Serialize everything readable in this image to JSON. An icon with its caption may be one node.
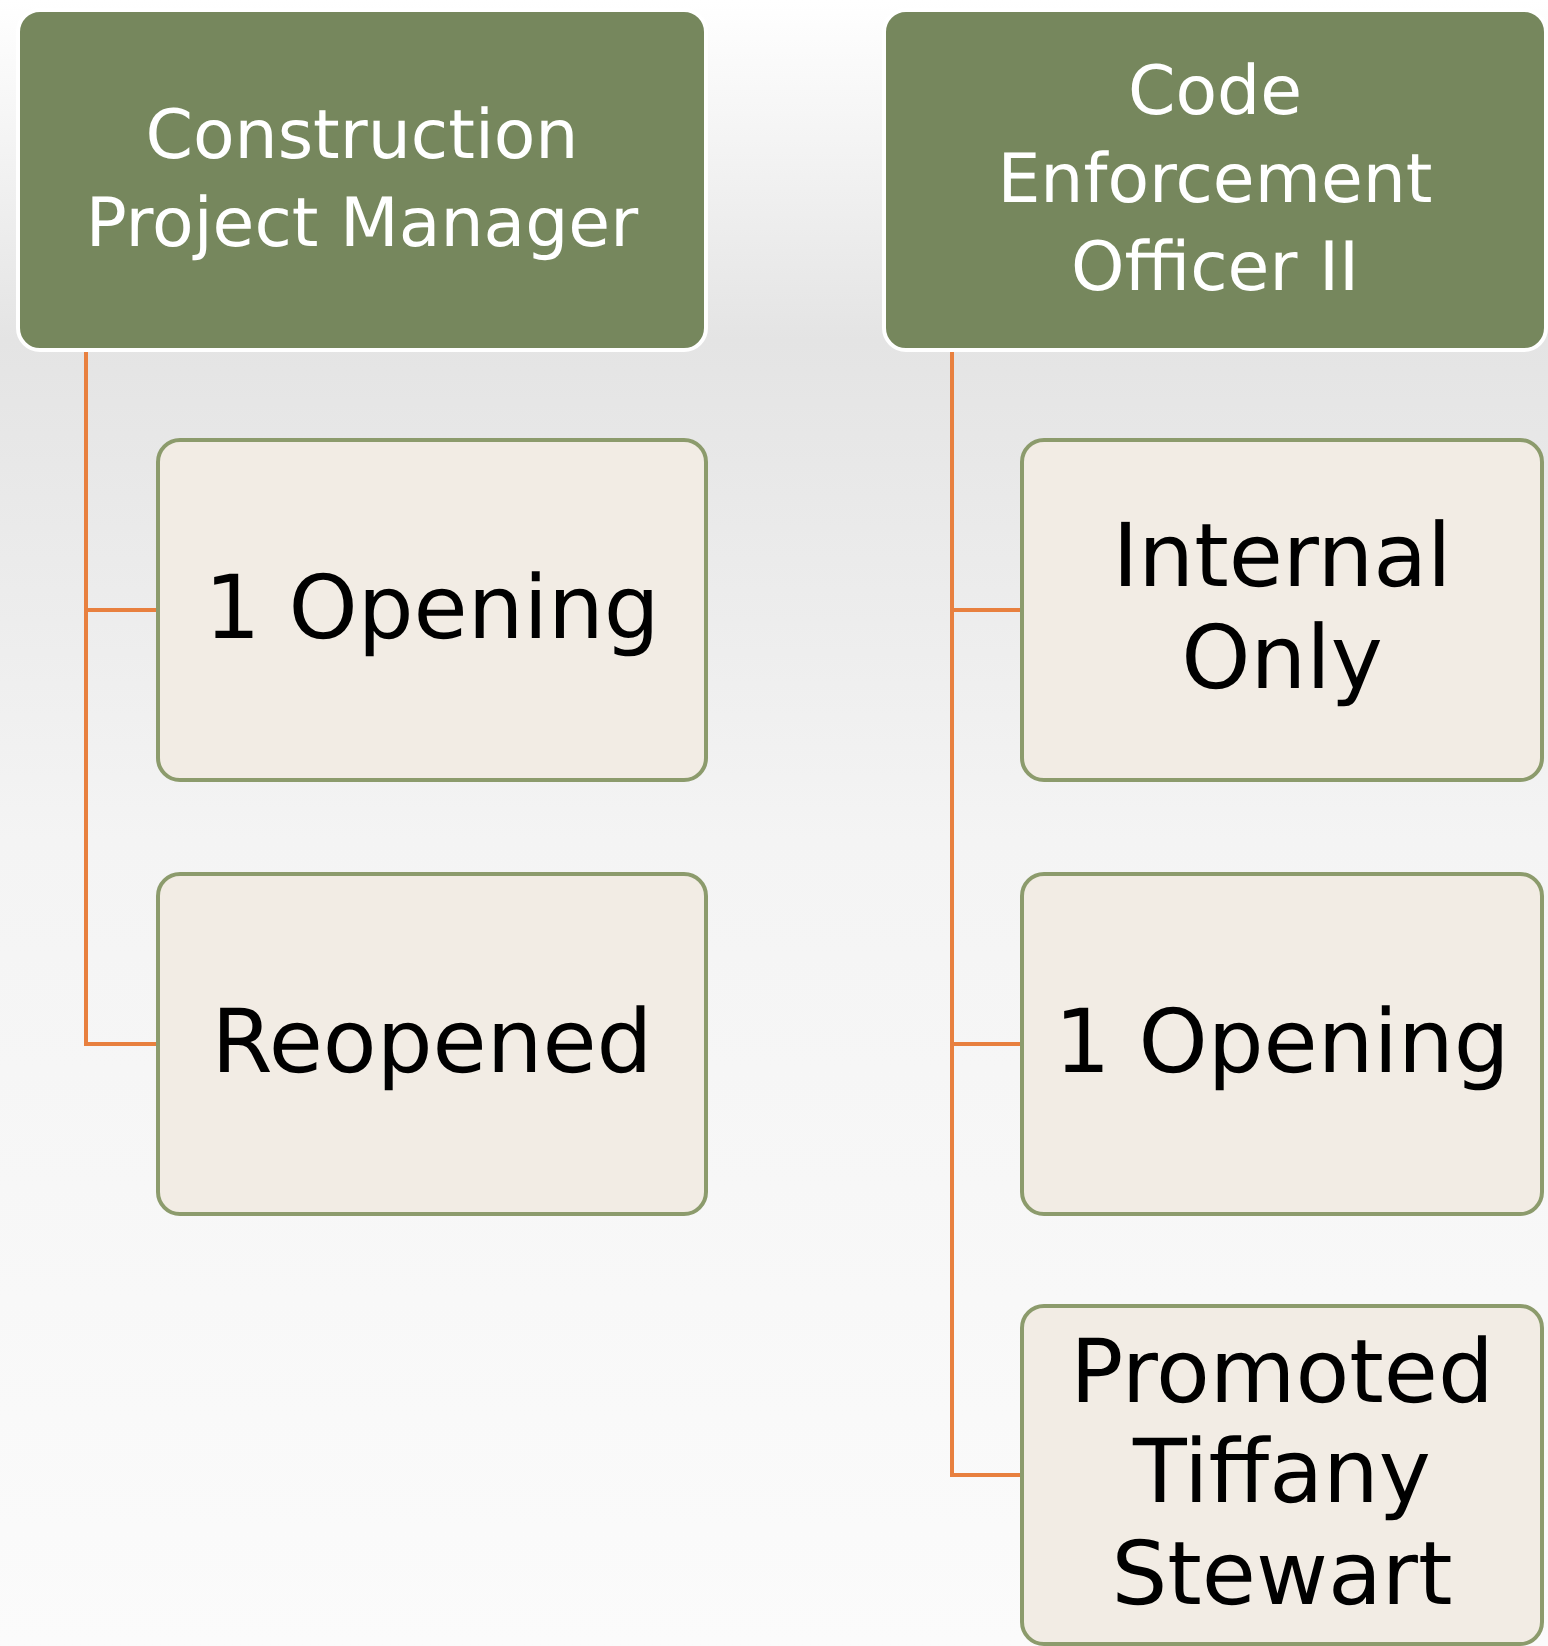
{
  "diagram": {
    "nodes": [
      {
        "text": [
          "Construction Project Manager"
        ]
      },
      {
        "text": [
          "1 Opening"
        ]
      },
      {
        "text": [
          "Reopened"
        ]
      },
      {
        "text": [
          "Code Enforcement Officer II"
        ]
      },
      {
        "text": [
          "Internal Only"
        ]
      },
      {
        "text": [
          "1 Opening"
        ]
      },
      {
        "text": [
          "Promoted Tiffany Stewart"
        ]
      }
    ],
    "edges": [
      {
        "from": 0,
        "to": 1,
        "arrow": "none"
      },
      {
        "from": 0,
        "to": 2,
        "arrow": "none"
      },
      {
        "from": 3,
        "to": 4,
        "arrow": "none"
      },
      {
        "from": 3,
        "to": 5,
        "arrow": "none"
      },
      {
        "from": 3,
        "to": 6,
        "arrow": "none"
      }
    ]
  }
}
